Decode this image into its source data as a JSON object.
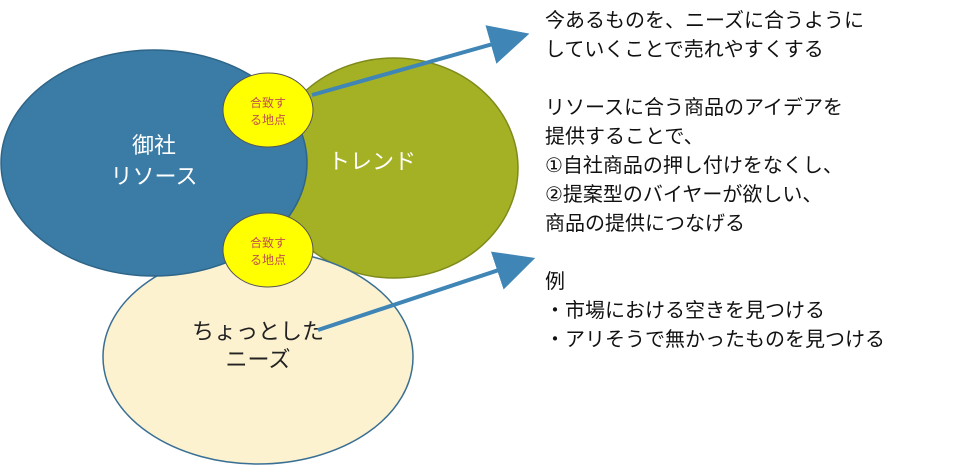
{
  "diagram": {
    "circles": {
      "resource": {
        "line1": "御社",
        "line2": "リソース",
        "color": "#3a7ca5"
      },
      "trend": {
        "label": "トレンド",
        "color": "#a5b125"
      },
      "needs": {
        "line1": "ちょっとした",
        "line2": "ニーズ",
        "color": "#fdf2d0"
      }
    },
    "badges": [
      {
        "line1": "合致す",
        "line2": "る地点"
      },
      {
        "line1": "合致す",
        "line2": "る地点"
      }
    ],
    "arrow_color": "#3f85b6"
  },
  "text": {
    "block1": [
      "今あるものを、ニーズに合うように",
      "していくことで売れやすくする"
    ],
    "block2": [
      "リソースに合う商品のアイデアを",
      "提供することで、",
      "①自社商品の押し付けをなくし、",
      "②提案型のバイヤーが欲しい、",
      "商品の提供につなげる"
    ],
    "block3": [
      "例",
      "・市場における空きを見つける",
      "・アリそうで無かったものを見つける"
    ]
  }
}
